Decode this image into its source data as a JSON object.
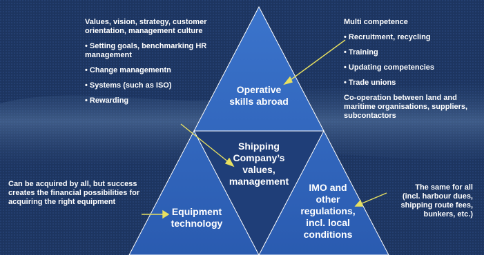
{
  "colors": {
    "background": "#1a2f55",
    "triangle_fill": "#2f62b8",
    "triangle_edge": "#ffffff",
    "arrow": "#e8e060",
    "text": "#ffffff"
  },
  "top_triangle": {
    "label_line1": "Operative",
    "label_line2": "skills abroad"
  },
  "center_triangle": {
    "line1": "Shipping",
    "line2": "Company’s",
    "line3": "values,",
    "line4": "management"
  },
  "left_triangle": {
    "line1": "Equipment",
    "line2": "technology"
  },
  "right_triangle": {
    "line1": "IMO and",
    "line2": "other",
    "line3": "regulations,",
    "line4": "incl. local",
    "line5": "conditions"
  },
  "left_panel": {
    "heading": "Values, vision, strategy, customer orientation, management culture",
    "items": [
      "• Setting goals, benchmarking HR management",
      "• Change managementn",
      "• Systems (such as ISO)",
      "• Rewarding"
    ]
  },
  "right_panel": {
    "heading": "Multi competence",
    "items": [
      "• Recruitment, recycling",
      "• Training",
      "• Updating competencies",
      "• Trade unions"
    ],
    "footer": "Co-operation between land and maritime organisations, suppliers, subcontactors"
  },
  "bottom_left_note": "Can be acquired by all, but success creates the financial possibilities for acquiring the right equipment",
  "bottom_right_note": "The same for all (incl. harbour dues, shipping route fees, bunkers, etc.)"
}
